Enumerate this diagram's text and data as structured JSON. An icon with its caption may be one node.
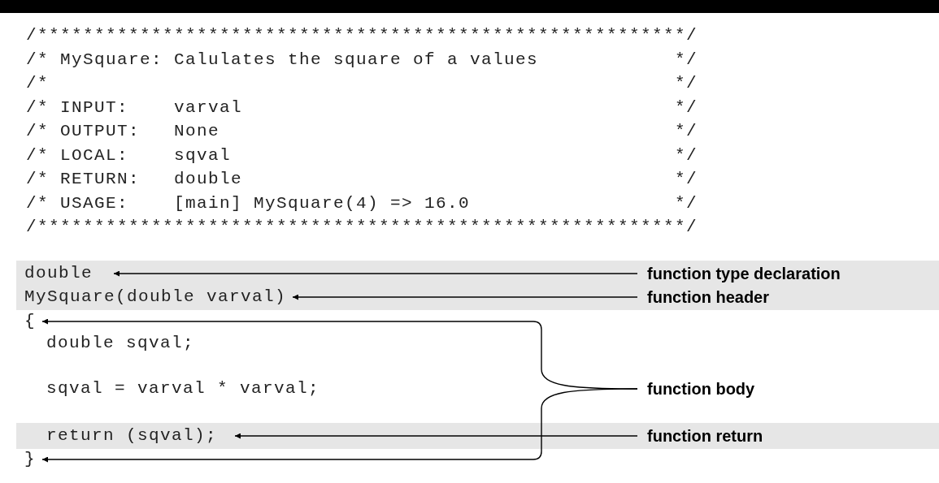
{
  "diagram": {
    "nodes": [
      {
        "text": [
          "function type declaration"
        ]
      },
      {
        "text": [
          "double"
        ]
      },
      {
        "text": [
          "function header"
        ]
      },
      {
        "text": [
          "MySquare(double varval)"
        ]
      },
      {
        "text": [
          "function body"
        ]
      },
      {
        "text": [
          "{"
        ]
      },
      {
        "text": [
          "}"
        ]
      },
      {
        "text": [
          "function return"
        ]
      },
      {
        "text": [
          "return (sqval);"
        ]
      }
    ],
    "edges": [
      {
        "from": 0,
        "to": 1,
        "arrow": "to"
      },
      {
        "from": 2,
        "to": 3,
        "arrow": "to"
      },
      {
        "from": 4,
        "to": 5,
        "arrow": "to"
      },
      {
        "from": 4,
        "to": 6,
        "arrow": "to"
      },
      {
        "from": 7,
        "to": 8,
        "arrow": "to"
      }
    ],
    "labels": [
      "/*********************************************************/",
      "/* MySquare: Calulates the square of a values            */",
      "/*                                                       */",
      "/* INPUT:    varval                                      */",
      "/* OUTPUT:   None                                        */",
      "/* LOCAL:    sqval                                       */",
      "/* RETURN:   double                                      */",
      "/* USAGE:    [main] MySquare(4) => 16.0                  */",
      "/*********************************************************/",
      "double sqval;",
      "sqval = varval * varval;"
    ]
  }
}
